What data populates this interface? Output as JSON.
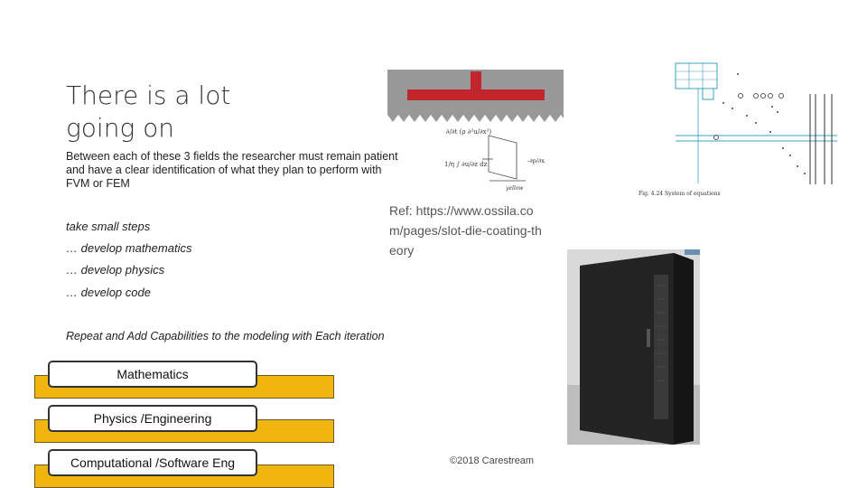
{
  "slide": {
    "title_line1": "There is a lot",
    "title_line2": "going on",
    "intro": "Between each of these 3 fields the researcher must remain patient and have a clear identification of what they plan to perform with FVM or FEM",
    "steps": [
      "take small steps",
      "… develop mathematics",
      "… develop physics",
      "… develop code"
    ],
    "repeat": "Repeat and Add Capabilities to the modeling with Each iteration",
    "boxes": [
      "Mathematics",
      "Physics /Engineering",
      "Computational /Software Eng"
    ],
    "ref": "Ref: https://www.ossila.com/pages/slot-die-coating-theory",
    "copyright": "©2018 Carestream",
    "figure_caption": "Fig. 4.24 System of equations",
    "eq_label": "yellow"
  },
  "colors": {
    "band": "#f1b512",
    "beam": "#c0262c",
    "beam_bg": "#8a8a8a",
    "matrix_line": "#3aa0c8"
  }
}
